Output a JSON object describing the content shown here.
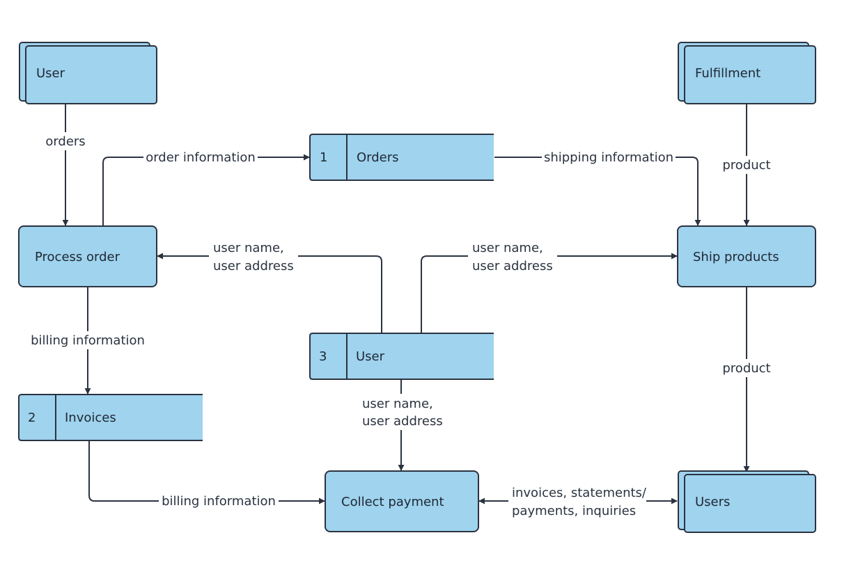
{
  "entities": {
    "user": "User",
    "fulfillment": "Fulfillment",
    "users": "Users"
  },
  "processes": {
    "process_order": "Process order",
    "ship_products": "Ship products",
    "collect_payment": "Collect payment"
  },
  "stores": {
    "orders": {
      "id": "1",
      "label": "Orders"
    },
    "invoices": {
      "id": "2",
      "label": "Invoices"
    },
    "user": {
      "id": "3",
      "label": "User"
    }
  },
  "flows": {
    "orders": "orders",
    "order_information": "order information",
    "shipping_information": "shipping information",
    "product_top": "product",
    "user_info_left": [
      "user name,",
      "user address"
    ],
    "user_info_right": [
      "user name,",
      "user address"
    ],
    "user_info_down": [
      "user name,",
      "user address"
    ],
    "billing_information_down": "billing information",
    "billing_information_right": "billing information",
    "product_bottom": "product",
    "invoices_payments": [
      "invoices, statements/",
      "payments, inquiries"
    ]
  },
  "colors": {
    "node_fill": "#9fd3ee",
    "stroke": "#2b3340"
  }
}
